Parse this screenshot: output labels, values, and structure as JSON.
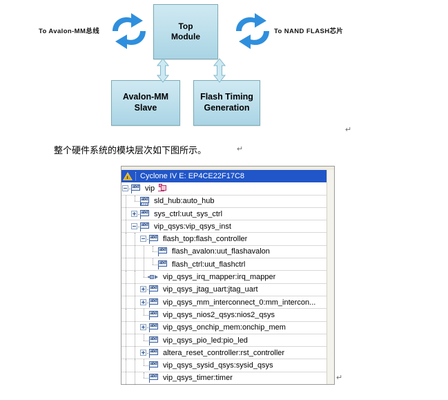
{
  "diagram": {
    "blocks": [
      {
        "id": "top",
        "label": "Top\nModule",
        "name": "block-top-module"
      },
      {
        "id": "avalon",
        "label": "Avalon-MM\nSlave",
        "name": "block-avalon-mm-slave"
      },
      {
        "id": "flash",
        "label": "Flash  Timing\nGeneration",
        "name": "block-flash-timing-generation"
      }
    ],
    "top_label": "Top\nModule",
    "top_line1": "Top",
    "top_line2": "Module",
    "avalon_line1": "Avalon-MM",
    "avalon_line2": "Slave",
    "flash_line1": "Flash  Timing",
    "flash_line2": "Generation",
    "left_label": "To Avalon-MM总线",
    "right_label": "To NAND FLASH芯片",
    "icons": {
      "left_sync": "sync-arrows-icon",
      "right_sync": "sync-arrows-icon",
      "vertical_left": "double-arrow-vertical-icon",
      "vertical_right": "double-arrow-vertical-icon"
    },
    "colors": {
      "box_fill_top": "#cfe9f2",
      "box_fill_bottom": "#a9d4e4",
      "box_border": "#7ca9b5",
      "sync_arrow": "#2f8fdd",
      "vertical_arrow_fill": "#cfe9f2",
      "vertical_arrow_stroke": "#7fb8cc"
    }
  },
  "paragraph": {
    "text": "整个硬件系统的模块层次如下图所示。"
  },
  "marks": {
    "pilcrow": "↵"
  },
  "tree": {
    "header": {
      "label": "Cyclone IV E: EP4CE22F17C8",
      "icon": "warning-triangle-icon",
      "selected_bg": "#2156c8",
      "selected_fg": "#ffffff"
    },
    "rows": [
      {
        "label": "vip",
        "depth": 0,
        "toggle": "minus",
        "icon": "abd-flag-icon",
        "extra_icon": "chip-icon",
        "vhd": false
      },
      {
        "label": "sld_hub:auto_hub",
        "depth": 1,
        "toggle": "none",
        "icon": "abd-flag-icon",
        "extra_icon": null,
        "vhd": true
      },
      {
        "label": "sys_ctrl:uut_sys_ctrl",
        "depth": 1,
        "toggle": "plus",
        "icon": "abd-flag-icon",
        "extra_icon": null,
        "vhd": false
      },
      {
        "label": "vip_qsys:vip_qsys_inst",
        "depth": 1,
        "toggle": "minus",
        "icon": "abd-flag-icon",
        "extra_icon": null,
        "vhd": false
      },
      {
        "label": "flash_top:flash_controller",
        "depth": 2,
        "toggle": "minus",
        "icon": "abd-flag-icon",
        "extra_icon": null,
        "vhd": false
      },
      {
        "label": "flash_avalon:uut_flashavalon",
        "depth": 3,
        "toggle": "none",
        "icon": "abd-flag-icon",
        "extra_icon": null,
        "vhd": false
      },
      {
        "label": "flash_ctrl:uut_flashctrl",
        "depth": 3,
        "toggle": "none",
        "icon": "abd-flag-icon",
        "extra_icon": null,
        "vhd": false
      },
      {
        "label": "vip_qsys_irq_mapper:irq_mapper",
        "depth": 2,
        "toggle": "none",
        "icon": "pin-icon",
        "extra_icon": null,
        "vhd": false
      },
      {
        "label": "vip_qsys_jtag_uart:jtag_uart",
        "depth": 2,
        "toggle": "plus",
        "icon": "abd-flag-icon",
        "extra_icon": null,
        "vhd": false
      },
      {
        "label": "vip_qsys_mm_interconnect_0:mm_intercon...",
        "depth": 2,
        "toggle": "plus",
        "icon": "abd-flag-icon",
        "extra_icon": null,
        "vhd": false
      },
      {
        "label": "vip_qsys_nios2_qsys:nios2_qsys",
        "depth": 2,
        "toggle": "none",
        "icon": "abd-flag-icon",
        "extra_icon": null,
        "vhd": false
      },
      {
        "label": "vip_qsys_onchip_mem:onchip_mem",
        "depth": 2,
        "toggle": "plus",
        "icon": "abd-flag-icon",
        "extra_icon": null,
        "vhd": false
      },
      {
        "label": "vip_qsys_pio_led:pio_led",
        "depth": 2,
        "toggle": "none",
        "icon": "abd-flag-icon",
        "extra_icon": null,
        "vhd": false
      },
      {
        "label": "altera_reset_controller:rst_controller",
        "depth": 2,
        "toggle": "plus",
        "icon": "abd-flag-icon",
        "extra_icon": null,
        "vhd": false
      },
      {
        "label": "vip_qsys_sysid_qsys:sysid_qsys",
        "depth": 2,
        "toggle": "none",
        "icon": "abd-flag-icon",
        "extra_icon": null,
        "vhd": false
      },
      {
        "label": "vip_qsys_timer:timer",
        "depth": 2,
        "toggle": "none",
        "icon": "abd-flag-icon",
        "extra_icon": null,
        "vhd": false
      }
    ],
    "icon_text": {
      "abd": "abd",
      "vhd": "VHD"
    }
  }
}
